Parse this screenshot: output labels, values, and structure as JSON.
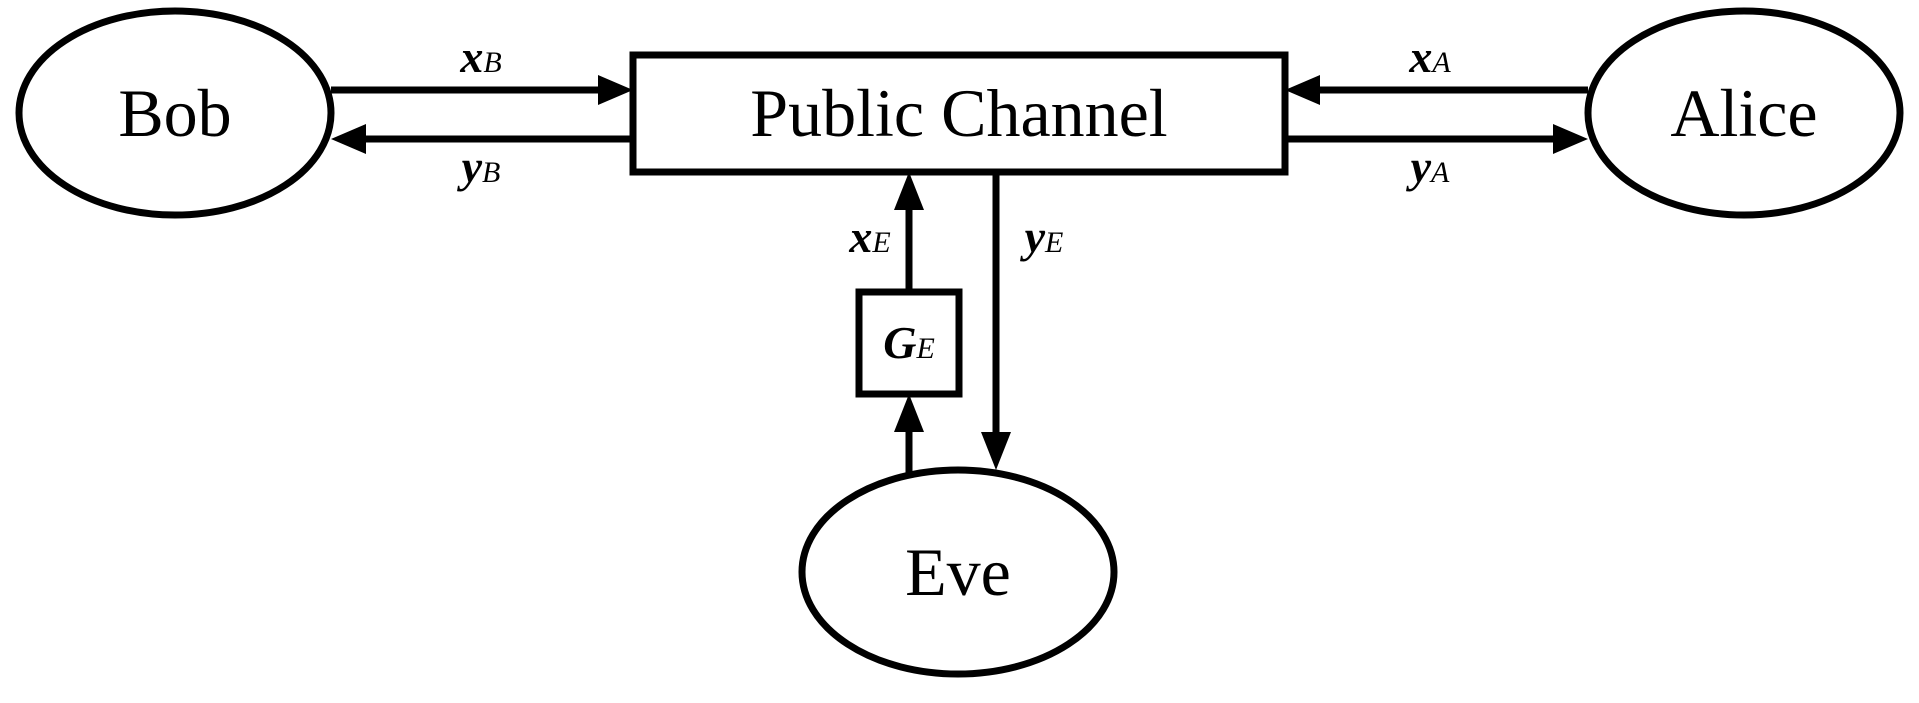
{
  "nodes": {
    "bob": "Bob",
    "alice": "Alice",
    "eve": "Eve",
    "channel": "Public Channel"
  },
  "labels": {
    "x_b": {
      "main": "x",
      "sub": "B"
    },
    "y_b": {
      "main": "y",
      "sub": "B"
    },
    "x_a": {
      "main": "x",
      "sub": "A"
    },
    "y_a": {
      "main": "y",
      "sub": "A"
    },
    "x_e": {
      "main": "x",
      "sub": "E"
    },
    "y_e": {
      "main": "y",
      "sub": "E"
    },
    "g_e": {
      "main": "G",
      "sub": "E"
    }
  },
  "colors": {
    "stroke": "#000000",
    "fill": "#ffffff"
  }
}
